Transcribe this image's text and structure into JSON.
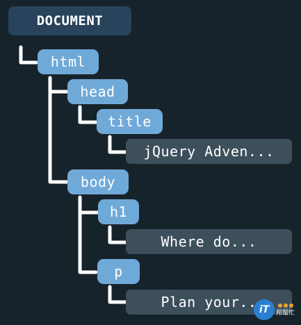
{
  "tree": {
    "document": "DOCUMENT",
    "html": "html",
    "head": "head",
    "title": "title",
    "title_text": "jQuery Adven...",
    "body": "body",
    "h1": "h1",
    "h1_text": "Where do...",
    "p": "p",
    "p_text": "Plan your.."
  },
  "watermark": {
    "logo": "iT邦幫忙"
  },
  "colors": {
    "background": "#17232b",
    "root_node": "#28435b",
    "element_node": "#6fa9d8",
    "text_node": "#3e4f5c",
    "connector": "#ffffff"
  }
}
